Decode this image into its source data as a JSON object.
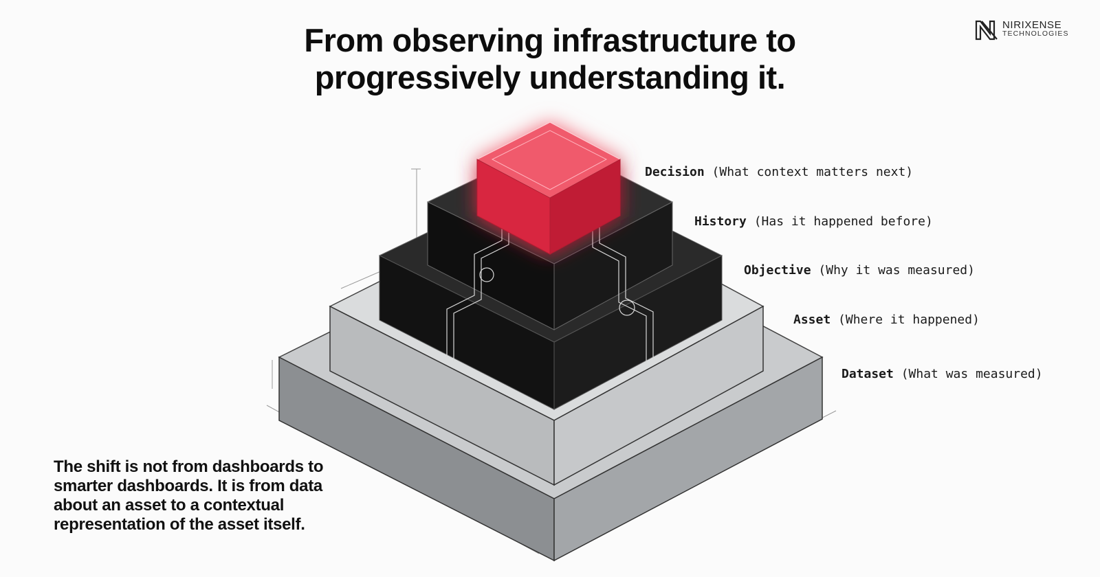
{
  "title": {
    "line1": "From observing infrastructure to",
    "line2": "progressively understanding it."
  },
  "logo": {
    "name": "NIRIXENSE",
    "sub": "TECHNOLOGIES",
    "icon": "nirixense-logo-icon"
  },
  "layers": [
    {
      "name": "Decision",
      "desc": "(What context matters next)",
      "color": "#d8273f"
    },
    {
      "name": "History",
      "desc": "(Has it happened before)",
      "color": "#111111"
    },
    {
      "name": "Objective",
      "desc": "(Why it was measured)",
      "color": "#111111"
    },
    {
      "name": "Asset",
      "desc": "(Where it happened)",
      "color": "#b9bbbd"
    },
    {
      "name": "Dataset",
      "desc": "(What was measured)",
      "color": "#8c8f92"
    }
  ],
  "caption": "The shift is not from dashboards to smarter dashboards. It is from data about an asset to a contextual representation of the asset itself.",
  "colors": {
    "accent": "#d8273f",
    "dark": "#111111",
    "grey_light": "#b9bbbd",
    "grey_dark": "#8c8f92"
  }
}
